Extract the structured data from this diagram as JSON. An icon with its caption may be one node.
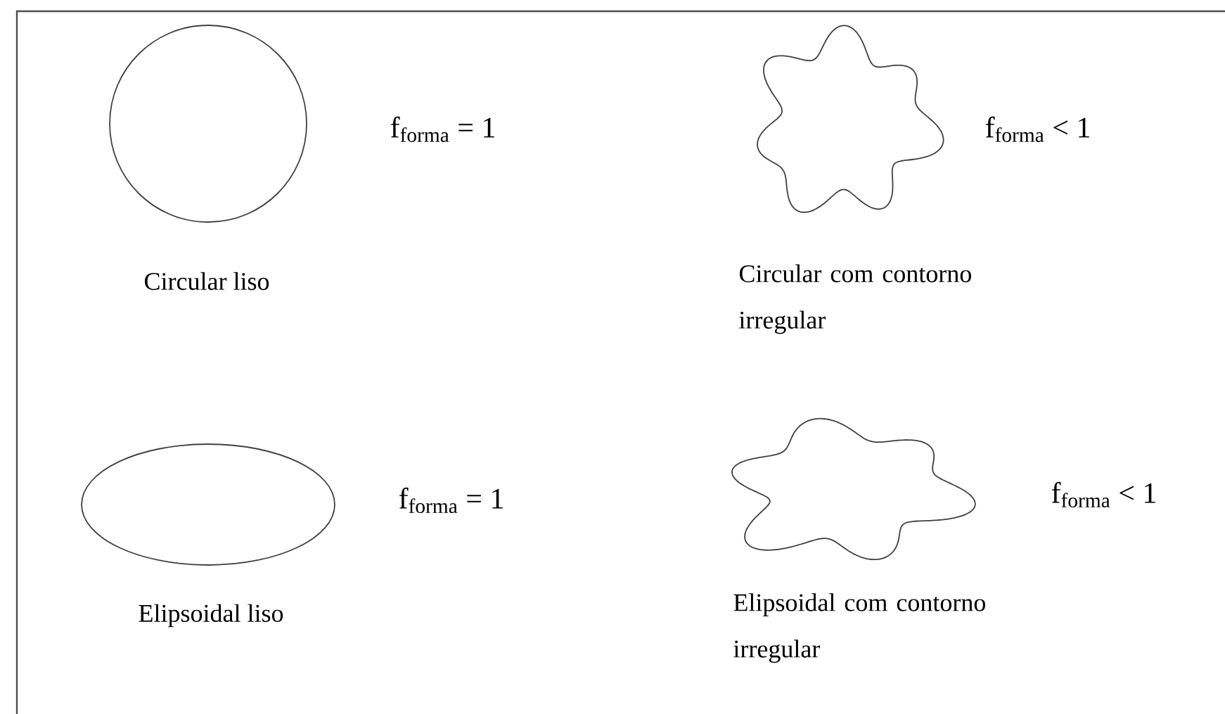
{
  "diagram": {
    "nodes": [
      {
        "text": [],
        "shape": "circle",
        "beside": [
          "f$_{forma}$ = 1",
          "Circular liso"
        ]
      },
      {
        "text": [],
        "shape": "blob",
        "beside": [
          "f$_{forma}$ < 1",
          "Circular com contorno irregular"
        ]
      },
      {
        "text": [],
        "shape": "ellipse",
        "beside": [
          "f$_{forma}$ = 1",
          "Elipsoidal liso"
        ]
      },
      {
        "text": [],
        "shape": "blob",
        "beside": [
          "f$_{forma}$ < 1",
          "Elipsoidal com contorno irregular"
        ]
      }
    ]
  }
}
